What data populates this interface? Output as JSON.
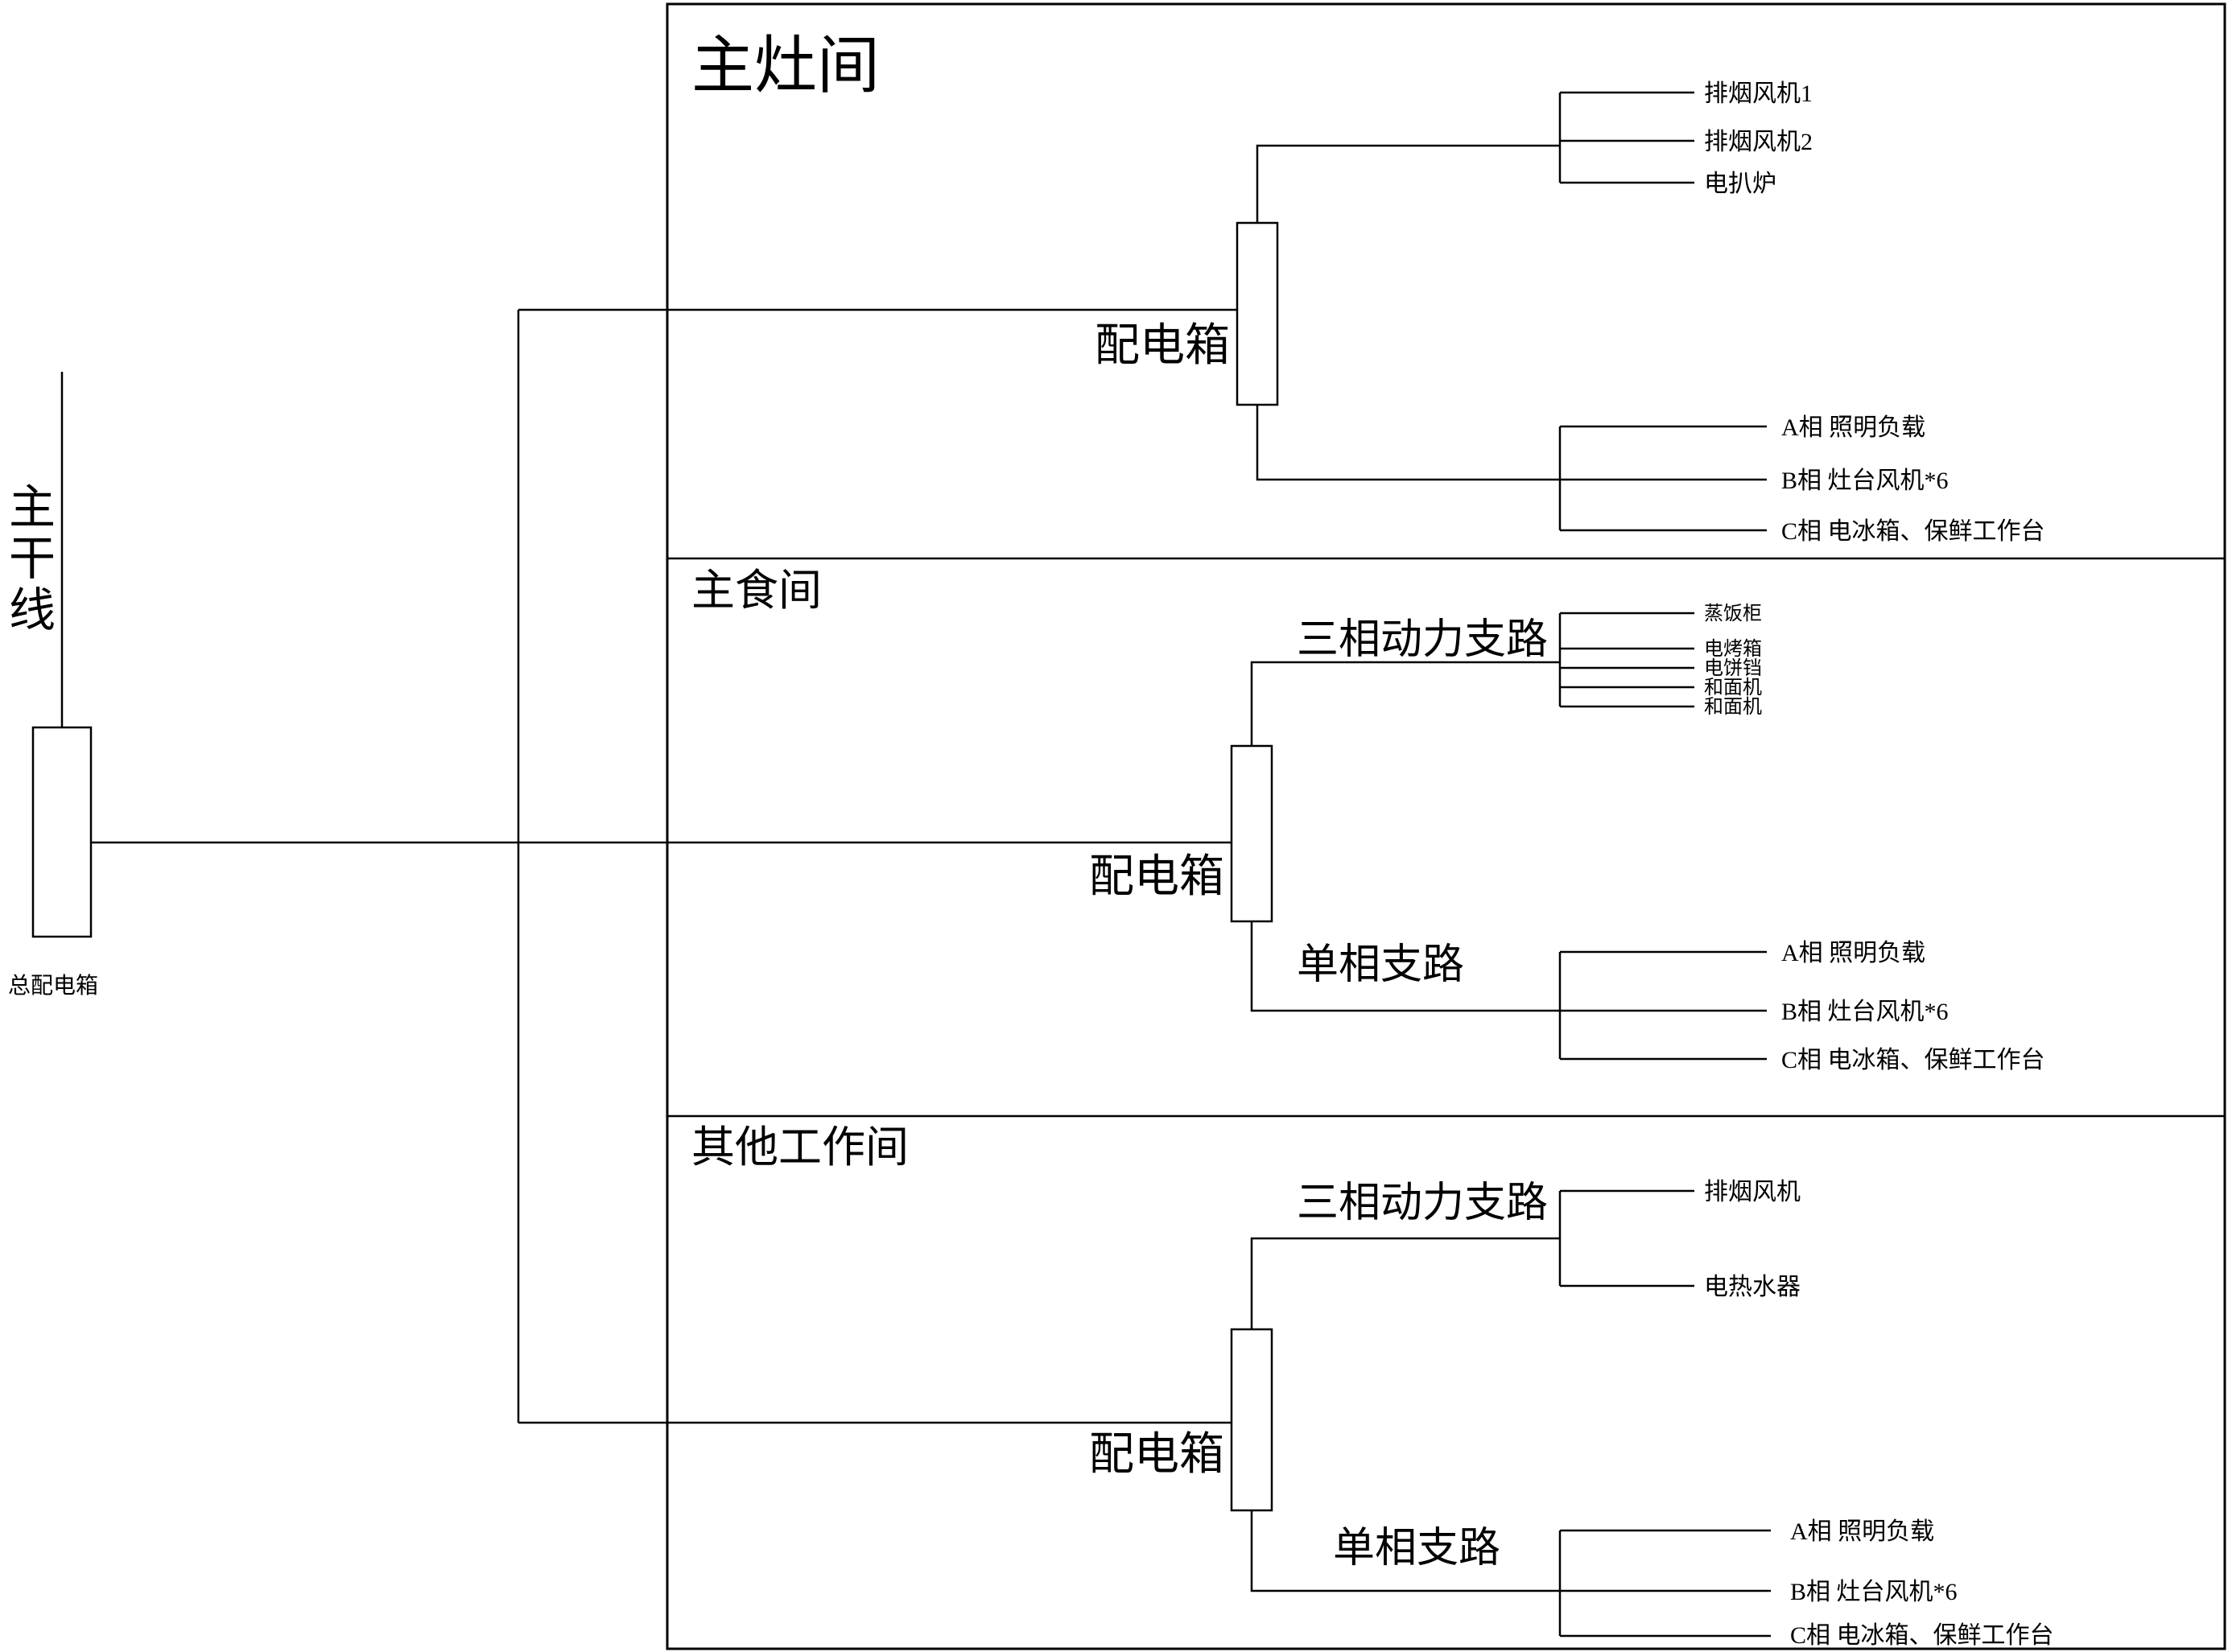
{
  "diagram": {
    "line_color": "#000000",
    "background_color": "#ffffff",
    "trunk_label": "主干线",
    "main_box_label": "总配电箱",
    "sections": [
      {
        "title": "主灶间",
        "box_label": "配电箱",
        "top_branch_label": "",
        "bottom_branch_label": "",
        "top_loads": [
          "排烟风机1",
          "排烟风机2",
          "电扒炉"
        ],
        "bottom_loads": [
          "A相 照明负载",
          "B相 灶台风机*6",
          "C相 电冰箱、保鲜工作台"
        ]
      },
      {
        "title": "主食间",
        "box_label": "配电箱",
        "top_branch_label": "三相动力支路",
        "bottom_branch_label": "单相支路",
        "top_loads": [
          "蒸饭柜",
          "电烤箱",
          "电饼铛",
          "和面机",
          "和面机"
        ],
        "bottom_loads": [
          "A相 照明负载",
          "B相 灶台风机*6",
          "C相 电冰箱、保鲜工作台"
        ]
      },
      {
        "title": "其他工作间",
        "box_label": "配电箱",
        "top_branch_label": "三相动力支路",
        "bottom_branch_label": "单相支路",
        "top_loads": [
          "排烟风机",
          "电热水器"
        ],
        "bottom_loads": [
          "A相 照明负载",
          "B相 灶台风机*6",
          "C相 电冰箱、保鲜工作台"
        ]
      }
    ]
  }
}
